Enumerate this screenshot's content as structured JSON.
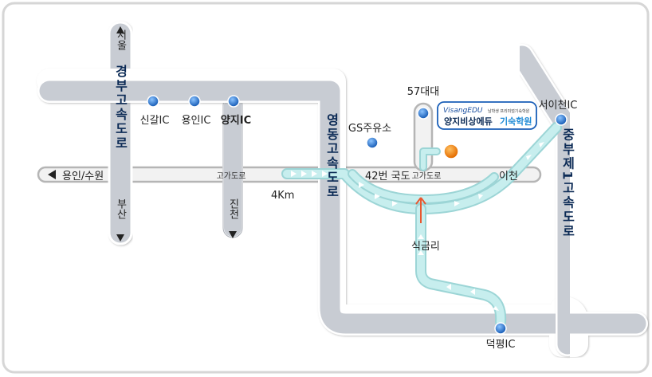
{
  "map": {
    "roads": {
      "gyeongbu": "경부고속도로",
      "yeongdong": "영동고속도로",
      "jungbu": "중부제1고속도로",
      "route42": "42번 국도",
      "overpass_left": "고가도로",
      "overpass_right": "고가도로"
    },
    "directions": {
      "seoul": "서울",
      "busan": "부산",
      "jincheon": "진천",
      "yongin_suwon": "용인/수원",
      "icheon": "이천"
    },
    "places": {
      "singal_ic": "신갈IC",
      "yongin_ic": "용인IC",
      "yangji_ic": "양지IC",
      "seoicheon_ic": "서이천IC",
      "deokpyeong_ic": "덕평IC",
      "gs_station": "GS주유소",
      "army_57": "57대대",
      "sikgeumri": "식금리",
      "distance": "4Km"
    },
    "school": {
      "brand": "VisangEDU",
      "tagline": "남학생 프리미엄기숙학원",
      "name_part1": "양지비상에듀",
      "name_part2": "기숙학원"
    },
    "colors": {
      "road_fill": "#c8ccd3",
      "road_stroke": "#ffffff",
      "route_fill": "#bfe6e6",
      "route_arrow": "#ffffff",
      "marker": "#1e6fd0",
      "destination": "#f08a00",
      "outline_road": "#b9b9b9"
    }
  }
}
